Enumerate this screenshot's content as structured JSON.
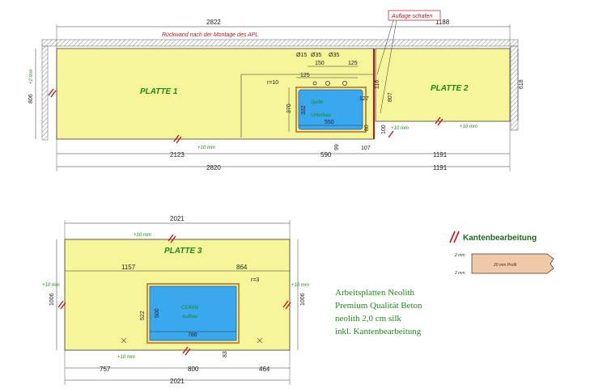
{
  "top": {
    "overall_dim": "2822",
    "right_dim": "1188",
    "backwall_note": "Rückwand nach der Montage des APL",
    "support_note": "Auflage schafen",
    "plate1_label": "PLATTE 1",
    "plate2_label": "PLATTE 2",
    "edge_note_left": "+2 mm",
    "depth_left": "806",
    "depth_right": "618",
    "radius": "r=10",
    "sink_label_1": "Spüle",
    "sink_label_2": "Unterbau",
    "hole_1": "Ø15",
    "hole_2": "Ø35",
    "hole_3": "Ø35",
    "dim_125a": "125",
    "dim_150": "150",
    "dim_125b": "125",
    "dim_370": "370",
    "dim_332": "332",
    "dim_550": "550",
    "dim_127": "127",
    "dim_116": "116",
    "dim_807": "807",
    "dim_80": "80",
    "dim_100": "100",
    "dim_99": "99",
    "dim_107": "107",
    "plus10_mid": "+10 mm",
    "plus10_right": "+10 mm",
    "plus10_gap": "+10 mm",
    "bottom_2123": "2123",
    "bottom_590": "590",
    "bottom_1191": "1191",
    "bottom_2820": "2820",
    "bottom_1191b": "1191"
  },
  "plate3": {
    "overall_dim": "2021",
    "label": "PLATTE 3",
    "plus10_top": "+10 mm",
    "plus10_left": "+10 mm",
    "plus10_right": "+10 mm",
    "plus10_bottom": "+10 mm",
    "depth_left": "1006",
    "depth_right": "1006",
    "dim_1157": "1157",
    "dim_864": "864",
    "radius": "r=3",
    "dim_522": "522",
    "dim_500": "500",
    "dim_780": "780",
    "dim_83": "83",
    "cooktop_1": "CERAN",
    "cooktop_2": "Aufbau",
    "bottom_757": "757",
    "bottom_800": "800",
    "bottom_464": "464",
    "bottom_total": "2021"
  },
  "legend": {
    "title": "Kantenbearbeitung",
    "profile_label": "20 mm Profil",
    "mm_top": "2 mm",
    "mm_bottom": "2 mm"
  },
  "info": {
    "line1": "Arbeitsplatten Neolith",
    "line2": "Premium Qualität Beton",
    "line3": "neolith 2,0 cm silk",
    "line4": "inkl. Kantenbearbeitung"
  },
  "colors": {
    "plate_fill": "#f6f59a",
    "sink_fill": "#3aa8ee",
    "edge_red": "#c0141c",
    "cutout_orange": "#c98a3a",
    "text_green": "#1a8a1a"
  }
}
